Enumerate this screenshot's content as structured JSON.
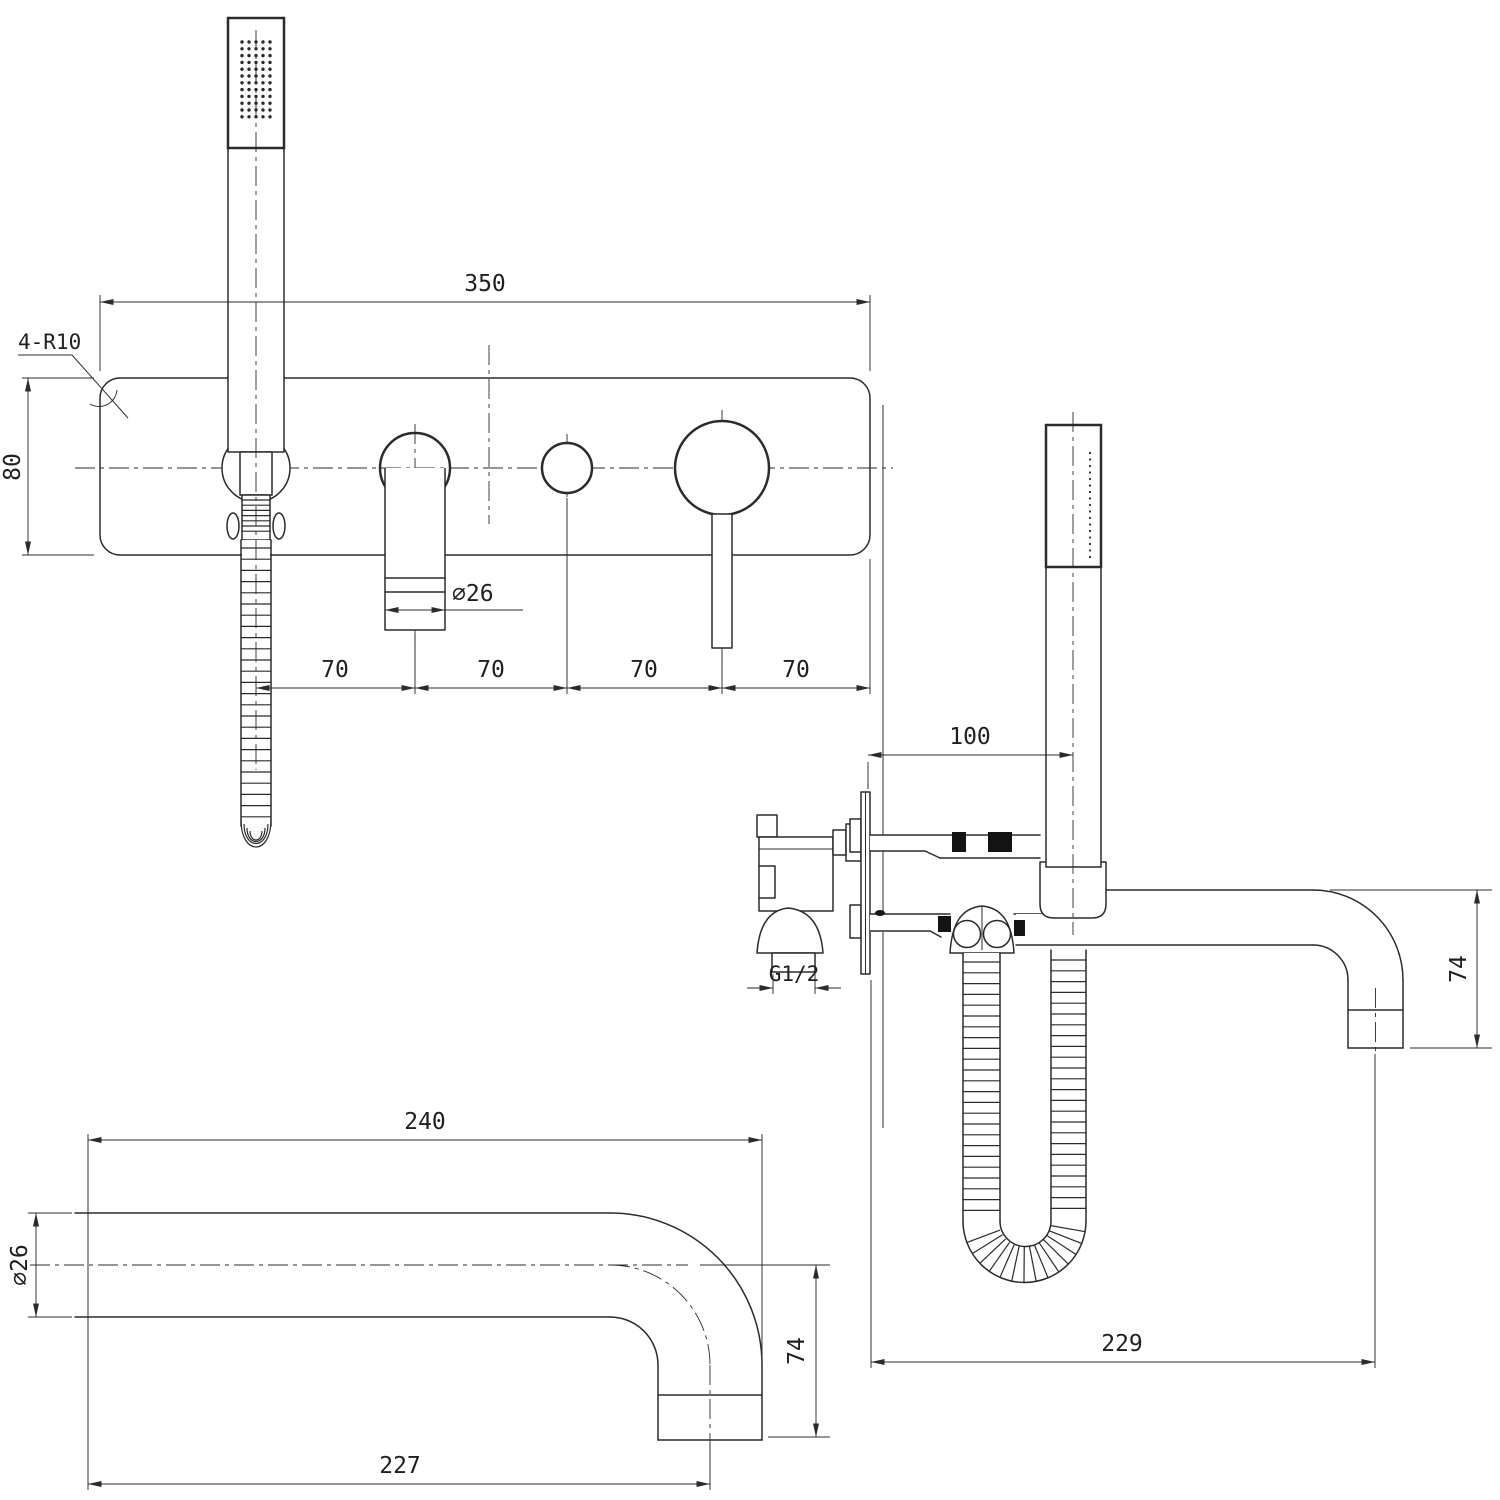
{
  "drawing": {
    "front_view": {
      "plate_width": "350",
      "corner_radius_note": "4-R10",
      "plate_height": "80",
      "spout_diameter": "⌀26",
      "hole_spacing": [
        "70",
        "70",
        "70",
        "70"
      ]
    },
    "side_view": {
      "handset_offset": "100",
      "inlet_thread": "G1/2",
      "spout_drop": "74",
      "spout_reach": "229"
    },
    "spout_view": {
      "spout_length": "240",
      "pipe_diameter": "⌀26",
      "spout_drop": "74",
      "spout_projection": "227"
    }
  }
}
